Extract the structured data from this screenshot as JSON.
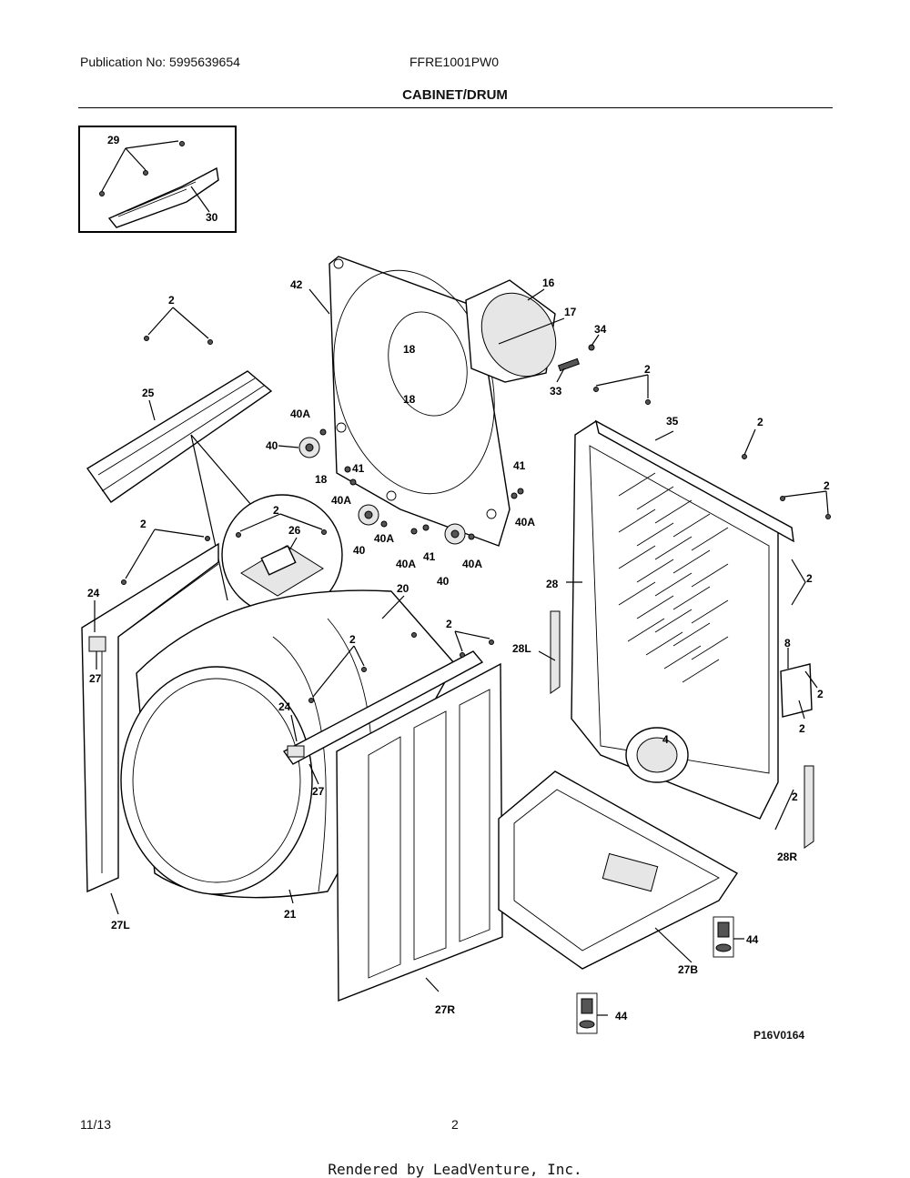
{
  "header": {
    "publication": "Publication No: 5995639654",
    "model": "FFRE1001PW0",
    "section": "CABINET/DRUM"
  },
  "footer": {
    "date": "11/13",
    "page": "2",
    "rendered_by": "Rendered by LeadVenture, Inc."
  },
  "figure_id": "P16V0164",
  "callouts": {
    "c2a": "2",
    "c2b": "2",
    "c2c": "2",
    "c2d": "2",
    "c2e": "2",
    "c2f": "2",
    "c2g": "2",
    "c2h": "2",
    "c2i": "2",
    "c2j": "2",
    "c2k": "2",
    "c2l": "2",
    "c4": "4",
    "c8": "8",
    "c16": "16",
    "c17": "17",
    "c18a": "18",
    "c18b": "18",
    "c18c": "18",
    "c20": "20",
    "c21": "21",
    "c24a": "24",
    "c24b": "24",
    "c25": "25",
    "c26": "26",
    "c27a": "27",
    "c27b": "27",
    "c27L": "27L",
    "c27R": "27R",
    "c27B": "27B",
    "c28": "28",
    "c28L": "28L",
    "c28R": "28R",
    "c29": "29",
    "c30": "30",
    "c33": "33",
    "c34": "34",
    "c35": "35",
    "c40a": "40",
    "c40b": "40",
    "c40c": "40",
    "c40Aa": "40A",
    "c40Ab": "40A",
    "c40Ac": "40A",
    "c40Ad": "40A",
    "c40Ae": "40A",
    "c41a": "41",
    "c41b": "41",
    "c41c": "41",
    "c42": "42",
    "c44a": "44",
    "c44b": "44"
  }
}
